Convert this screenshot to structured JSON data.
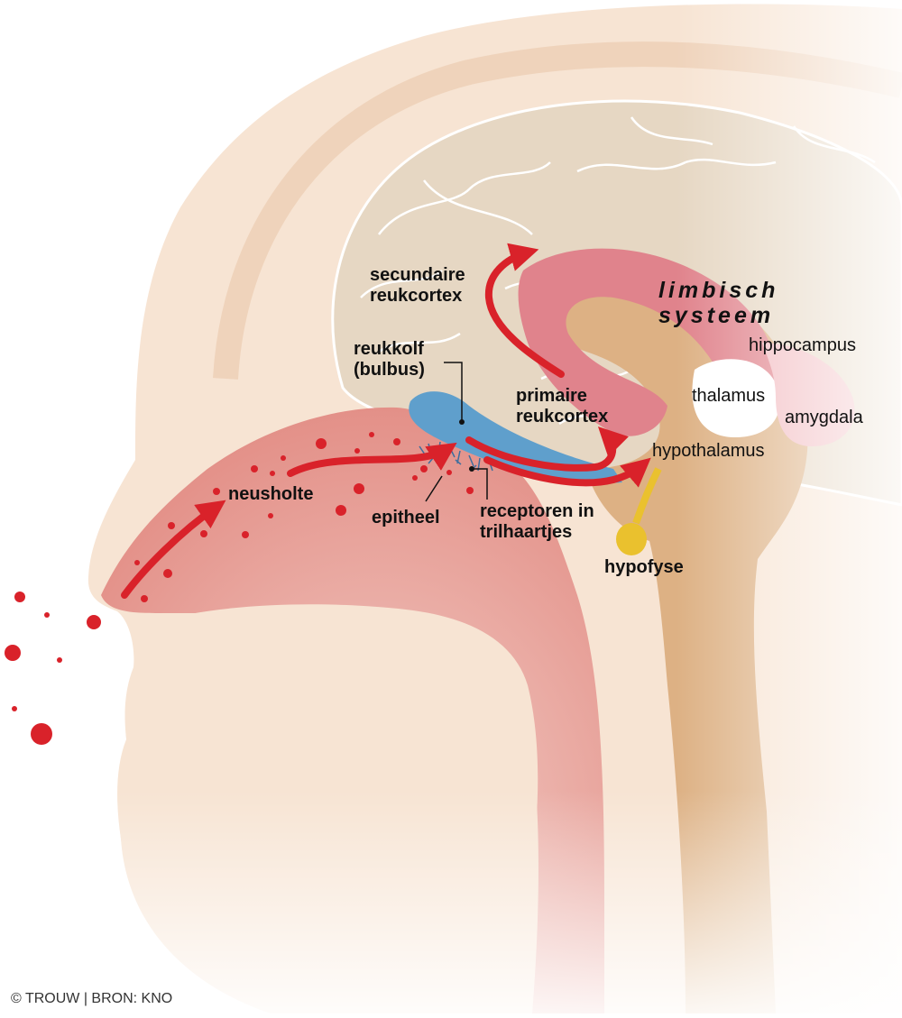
{
  "labels": {
    "secundaire": "secundaire\nreukcortex",
    "reukkolf": "reukkolf\n(bulbus)",
    "limbisch": "limbisch\nsysteem",
    "hippocampus": "hippocampus",
    "thalamus": "thalamus",
    "amygdala": "amygdala",
    "primaire": "primaire\nreukcortex",
    "hypothalamus": "hypothalamus",
    "neusholte": "neusholte",
    "epitheel": "epitheel",
    "receptoren": "receptoren in\ntrilhaartjes",
    "hypofyse": "hypofyse"
  },
  "credit": "© TROUW | BRON: KNO",
  "colors": {
    "skin": "#f7e4d3",
    "skin_dark": "#efd3bb",
    "brain": "#e6d7c3",
    "nasal": "#e39088",
    "bulb": "#5f9fcc",
    "cortex_pink": "#e0838c",
    "limbic": "#ddb184",
    "amygdala": "#f2bcc1",
    "pituitary": "#eac12e",
    "arrow": "#d9222a"
  }
}
